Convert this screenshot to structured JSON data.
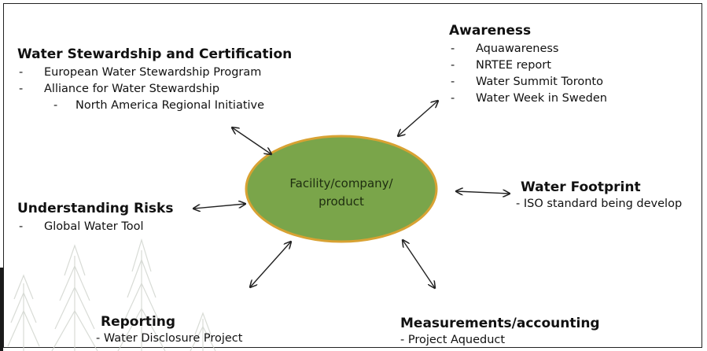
{
  "center": {
    "line1": "Facility/company/",
    "line2": "product",
    "fill": "#7aa54a",
    "stroke": "#d8a233"
  },
  "stewardship": {
    "heading": "Water Stewardship and Certification",
    "items": [
      "European Water Stewardship Program",
      "Alliance for Water Stewardship"
    ],
    "subitem": "North America Regional Initiative"
  },
  "awareness": {
    "heading": "Awareness",
    "items": [
      "Aquawareness",
      "NRTEE report",
      "Water Summit Toronto",
      "Water Week in Sweden"
    ]
  },
  "footprint": {
    "heading": "Water Footprint",
    "line": "- ISO standard being develop"
  },
  "risks": {
    "heading": "Understanding Risks",
    "items": [
      "Global Water Tool"
    ]
  },
  "reporting": {
    "heading": "Reporting",
    "line": "- Water Disclosure Project"
  },
  "measurements": {
    "heading": "Measurements/accounting",
    "line": "- Project Aqueduct"
  },
  "dash": "-"
}
